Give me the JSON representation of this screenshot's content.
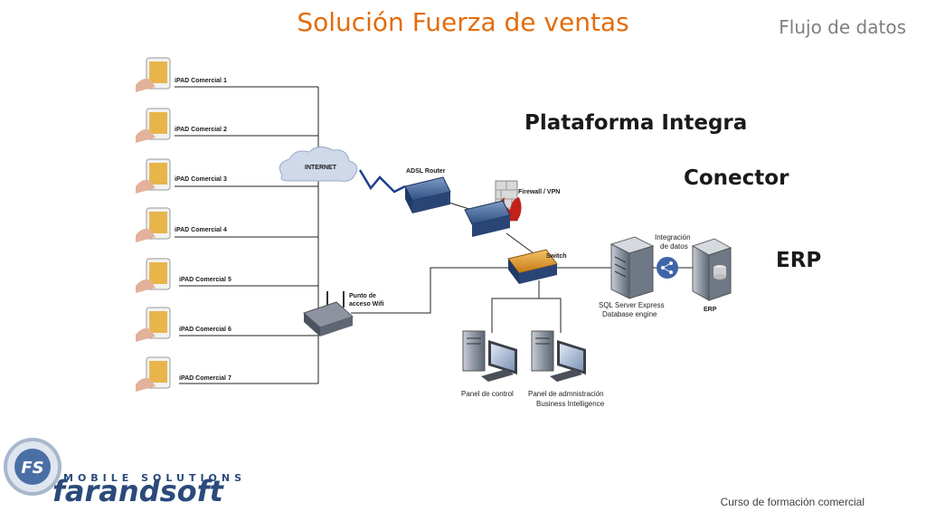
{
  "title": "Solución Fuerza de ventas",
  "subtitle": "Flujo de datos",
  "labels": {
    "plataforma": "Plataforma Integra",
    "conector": "Conector",
    "erp_big": "ERP"
  },
  "ipads": [
    "iPAD Comercial 1",
    "iPAD Comercial 2",
    "iPAD Comercial 3",
    "iPAD Comercial 4",
    "iPAD Comercial 5",
    "iPAD Comercial 6",
    "iPAD Comercial 7"
  ],
  "nodes": {
    "internet": "INTERNET",
    "adsl_router": "ADSL Router",
    "firewall": "Firewall / VPN",
    "switch": "Switch",
    "wifi_line1": "Punto de",
    "wifi_line2": "acceso Wifi",
    "integracion_line1": "Integración",
    "integracion_line2": "de datos",
    "sql_line1": "SQL Server Express",
    "sql_line2": "Database engine",
    "erp_server": "ERP",
    "panel_control": "Panel de control",
    "panel_admin_line1": "Panel de admnistración",
    "panel_admin_line2": "Business Intelligence"
  },
  "logo": {
    "initials": "FS",
    "tagline": "MOBILE SOLUTIONS",
    "name": "farandsoft"
  },
  "footer": "Curso de formación comercial",
  "colors": {
    "title": "#E46C0A",
    "subtitle": "#7F7F7F",
    "logo": "#2a4a7a",
    "accent": "#4a6fa5"
  }
}
